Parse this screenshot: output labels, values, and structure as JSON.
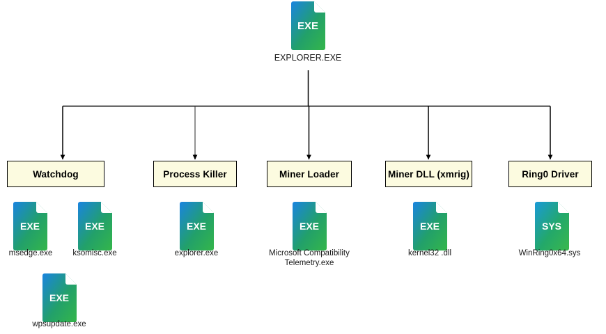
{
  "diagram": {
    "title_node": {
      "name": "root-process",
      "label": "EXPLORER.EXE",
      "icon": "exe-file-icon",
      "icon_ext": "EXE"
    },
    "colors": {
      "box_fill": "#fcfbe0",
      "box_border": "#000000",
      "connector_black": "#000000",
      "connector_gray": "#808080",
      "icon_gradient_start": "#1a84e0",
      "icon_gradient_end": "#34b64a",
      "label_text": "#1a1a1a",
      "canvas_background": "#ffffff"
    },
    "branches": [
      {
        "id": "watchdog",
        "label": "Watchdog",
        "connector_color": "#000000",
        "children": [
          {
            "id": "msedge",
            "label": "msedge.exe",
            "icon": "exe-file-icon",
            "icon_ext": "EXE"
          },
          {
            "id": "ksomisc",
            "label": "ksomisc.exe",
            "icon": "exe-file-icon",
            "icon_ext": "EXE"
          },
          {
            "id": "wpsupdate",
            "label": "wpsupdate.exe",
            "icon": "exe-file-icon",
            "icon_ext": "EXE"
          }
        ]
      },
      {
        "id": "process-killer",
        "label": "Process Killer",
        "connector_color": "#808080",
        "children": [
          {
            "id": "explorer",
            "label": "explorer.exe",
            "icon": "exe-file-icon",
            "icon_ext": "EXE"
          }
        ]
      },
      {
        "id": "miner-loader",
        "label": "Miner Loader",
        "connector_color": "#000000",
        "children": [
          {
            "id": "mct",
            "label": "Microsoft Compatibility\nTelemetry.exe",
            "icon": "exe-file-icon",
            "icon_ext": "EXE"
          }
        ]
      },
      {
        "id": "miner-dll",
        "label": "Miner DLL (xmrig)",
        "connector_color": "#000000",
        "children": [
          {
            "id": "kernel32",
            "label": "kernel32 .dll",
            "icon": "exe-file-icon",
            "icon_ext": "EXE"
          }
        ]
      },
      {
        "id": "ring0-driver",
        "label": "Ring0 Driver",
        "connector_color": "#000000",
        "children": [
          {
            "id": "winring0",
            "label": "WinRing0x64.sys",
            "icon": "sys-file-icon",
            "icon_ext": "SYS"
          }
        ]
      }
    ]
  }
}
